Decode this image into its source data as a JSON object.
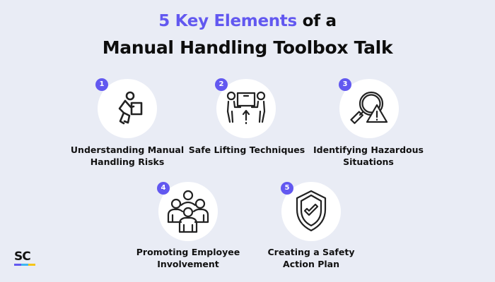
{
  "title": {
    "line1_accent": "5 Key Elements",
    "line1_rest": " of a",
    "line2": "Manual Handling Toolbox Talk"
  },
  "colors": {
    "background": "#e9ecf5",
    "accent": "#6258f0",
    "circle": "#ffffff",
    "text": "#111111"
  },
  "items": [
    {
      "number": "1",
      "label_line1": "Understanding Manual",
      "label_line2": "Handling Risks",
      "icon": "person-lifting-box-icon"
    },
    {
      "number": "2",
      "label_line1": "Safe Lifting Techniques",
      "label_line2": "",
      "icon": "two-people-carrying-box-icon"
    },
    {
      "number": "3",
      "label_line1": "Identifying Hazardous",
      "label_line2": "Situations",
      "icon": "magnifier-warning-icon"
    },
    {
      "number": "4",
      "label_line1": "Promoting Employee",
      "label_line2": "Involvement",
      "icon": "group-of-people-icon"
    },
    {
      "number": "5",
      "label_line1": "Creating a Safety",
      "label_line2": "Action Plan",
      "icon": "shield-check-icon"
    }
  ],
  "logo": {
    "text": "SC",
    "bar_colors": [
      "#6258f0",
      "#3fb6f0",
      "#f5c518"
    ]
  }
}
